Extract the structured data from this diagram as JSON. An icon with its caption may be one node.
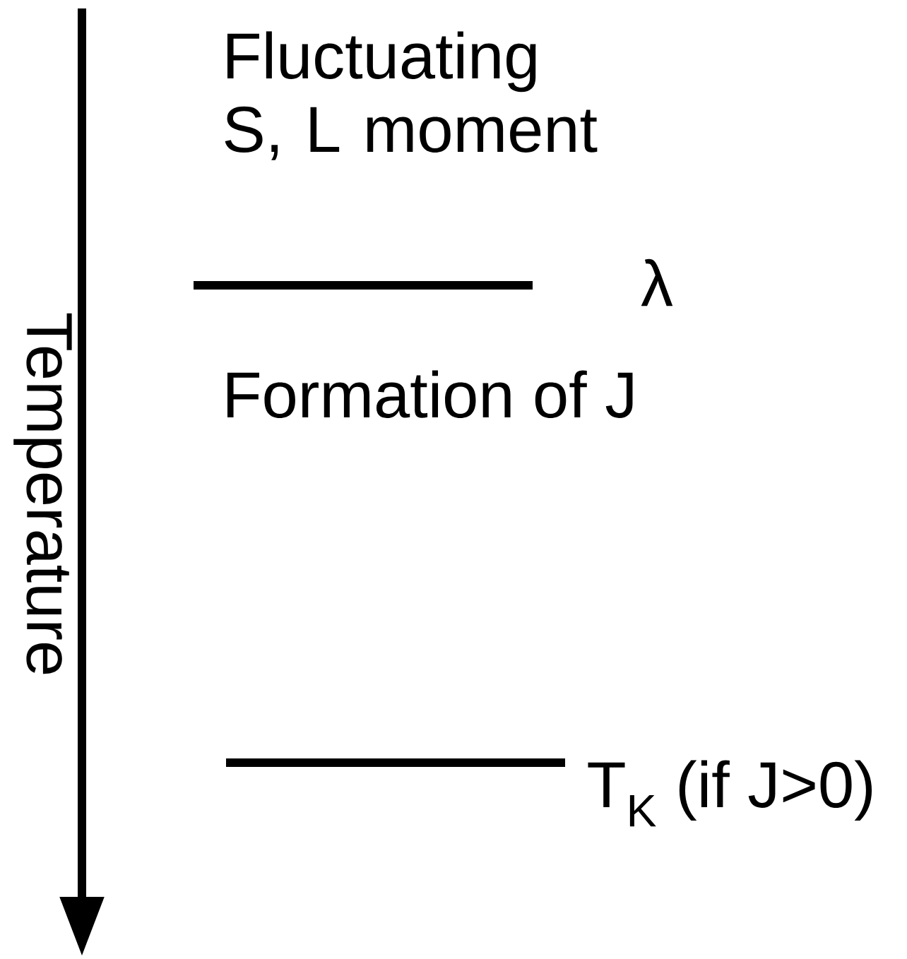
{
  "diagram": {
    "labels": [
      "Temperature",
      "Fluctuating S, L moment",
      "λ",
      "Formation of J",
      "T$_{K}$ (if J>0)"
    ]
  }
}
